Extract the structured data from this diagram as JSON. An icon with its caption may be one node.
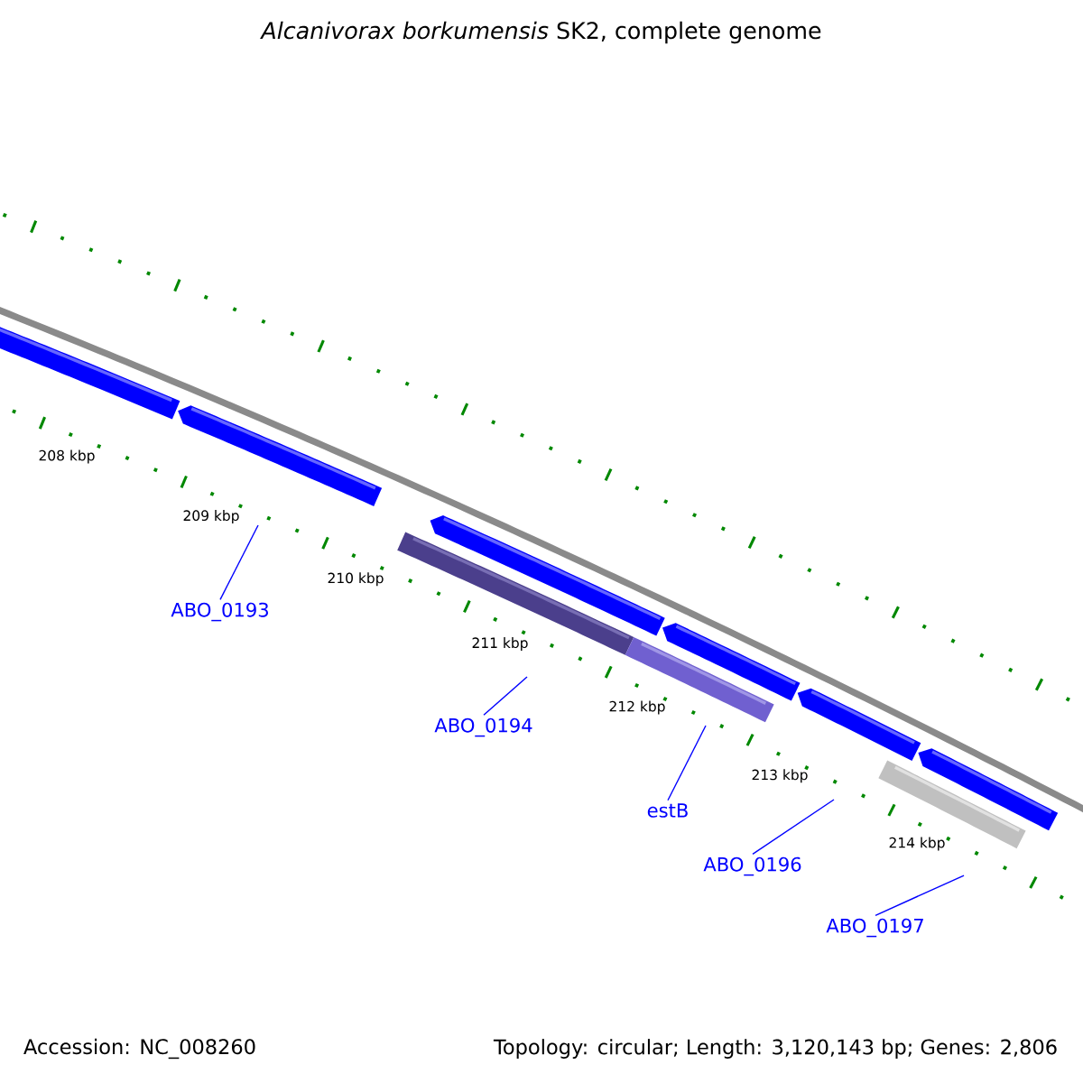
{
  "diagram": {
    "title": "*Alcanivorax borkumensis* SK2, complete genome",
    "nodes": [
      {
        "text": [
          "ABO_0193"
        ]
      },
      {
        "text": [
          "ABO_0194"
        ]
      },
      {
        "text": [
          "estB"
        ]
      },
      {
        "text": [
          "ABO_0196"
        ]
      },
      {
        "text": [
          "ABO_0197"
        ]
      }
    ],
    "edges": [
      {
        "from": 0,
        "to": null,
        "arrow": "none"
      },
      {
        "from": 1,
        "to": null,
        "arrow": "none"
      },
      {
        "from": 2,
        "to": null,
        "arrow": "none"
      },
      {
        "from": 3,
        "to": null,
        "arrow": "none"
      },
      {
        "from": 4,
        "to": null,
        "arrow": "none"
      }
    ],
    "labels": [
      "208 kbp",
      "209 kbp",
      "210 kbp",
      "211 kbp",
      "212 kbp",
      "213 kbp",
      "214 kbp",
      "Accession: NC_008260",
      "Topology: circular; Length: 3,120,143 bp; Genes: 2,806"
    ]
  }
}
